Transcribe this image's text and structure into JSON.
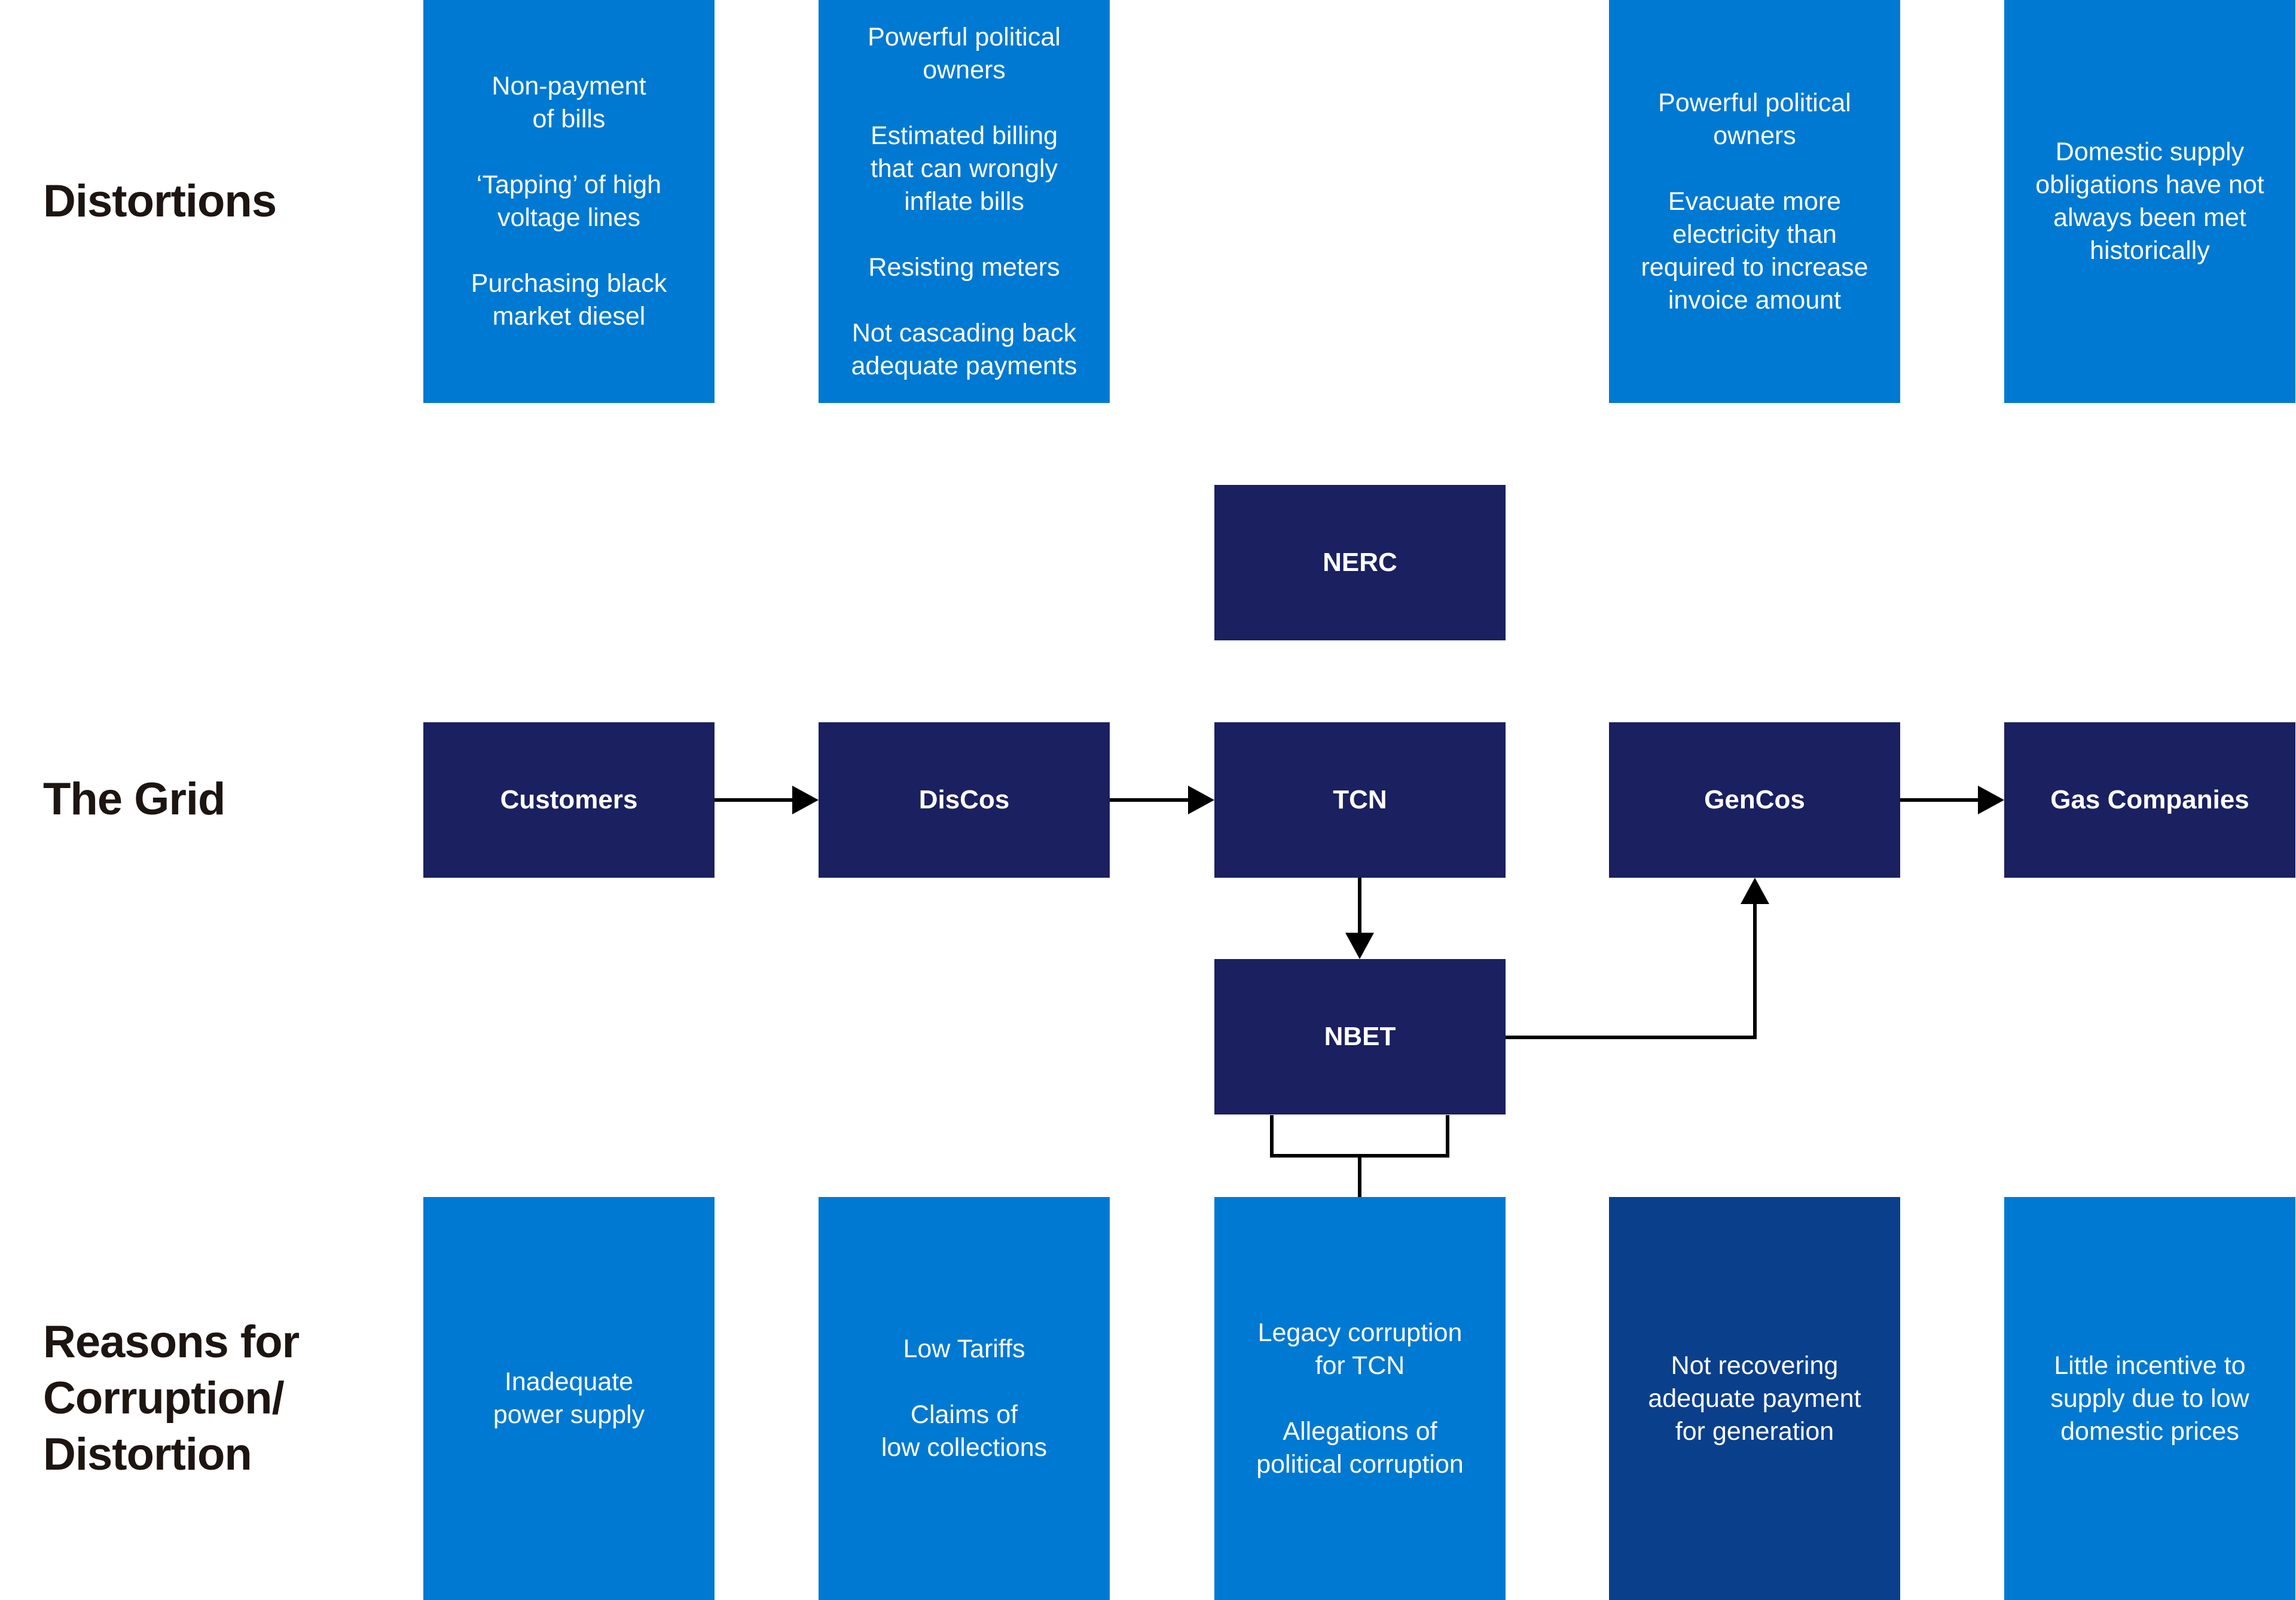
{
  "rows": {
    "distortions": [
      "Distortions"
    ],
    "grid": [
      "The Grid"
    ],
    "reasons": [
      "Reasons for",
      "Corruption/",
      "Distortion"
    ]
  },
  "distortions": {
    "customers": [
      [
        "Non-payment",
        "of bills"
      ],
      [
        "‘Tapping’ of high",
        "voltage lines"
      ],
      [
        "Purchasing black",
        "market diesel"
      ]
    ],
    "discos": [
      [
        "Powerful political",
        "owners"
      ],
      [
        "Estimated billing",
        "that can wrongly",
        "inflate bills"
      ],
      [
        "Resisting meters"
      ],
      [
        "Not cascading back",
        "adequate payments"
      ]
    ],
    "gencos": [
      [
        "Powerful political",
        "owners"
      ],
      [
        "Evacuate more",
        "electricity than",
        "required to increase",
        "invoice amount"
      ]
    ],
    "gas": [
      [
        "Domestic supply",
        "obligations have not",
        "always been met",
        "historically"
      ]
    ]
  },
  "grid": {
    "nerc": "NERC",
    "customers": "Customers",
    "discos": "DisCos",
    "tcn": "TCN",
    "gencos": "GenCos",
    "gas": "Gas Companies",
    "nbet": "NBET"
  },
  "reasons": {
    "customers": [
      [
        "Inadequate",
        "power supply"
      ]
    ],
    "discos": [
      [
        "Low Tariffs"
      ],
      [
        "Claims of",
        "low collections"
      ]
    ],
    "tcn": [
      [
        "Legacy corruption",
        "for TCN"
      ],
      [
        "Allegations of",
        "political corruption"
      ]
    ],
    "gencos": [
      [
        "Not recovering",
        "adequate payment",
        "for generation"
      ]
    ],
    "gas": [
      [
        "Little incentive to",
        "supply due to low",
        "domestic prices"
      ]
    ]
  },
  "colors": {
    "light_box": "#0079d2",
    "deep_box": "#0a3f8c",
    "entity_box": "#1a2060",
    "label_text": "#1d1512",
    "connector": "#000000"
  }
}
